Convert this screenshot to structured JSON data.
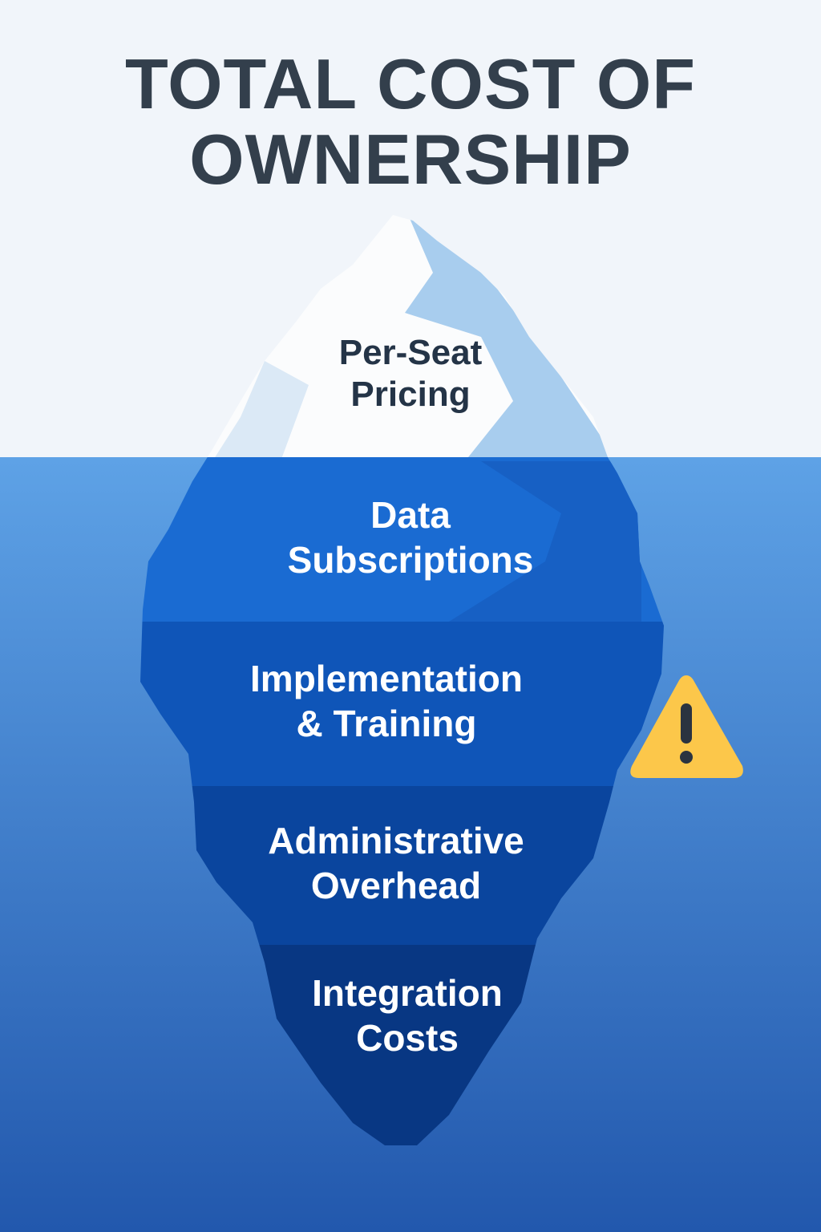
{
  "title": {
    "line1": "TOTAL COST OF",
    "line2": "OWNERSHIP"
  },
  "layers": [
    {
      "line1": "Per-Seat",
      "line2": "Pricing"
    },
    {
      "line1": "Data",
      "line2": "Subscriptions"
    },
    {
      "line1": "Implementation",
      "line2": "& Training"
    },
    {
      "line1": "Administrative",
      "line2": "Overhead"
    },
    {
      "line1": "Integration",
      "line2": "Costs"
    }
  ],
  "colors": {
    "sky": "#f1f5fa",
    "water_top": "#5ea2e6",
    "water_bottom": "#2258ad",
    "warning": "#fcc74a",
    "title": "#333f4c"
  },
  "icons": {
    "warning": "warning-icon"
  }
}
